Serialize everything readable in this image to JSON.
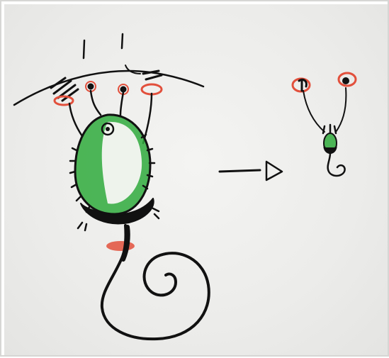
{
  "scene": {
    "kind": "hand-drawn marker sketch on paper",
    "colors": {
      "paper": "#ececea",
      "ink": "#111111",
      "body_fill": "#2faa3c",
      "highlight": "#e2503c"
    },
    "elements": [
      "creature-hanging-sketch",
      "arrow-sketch",
      "creature-small-sketch"
    ]
  }
}
